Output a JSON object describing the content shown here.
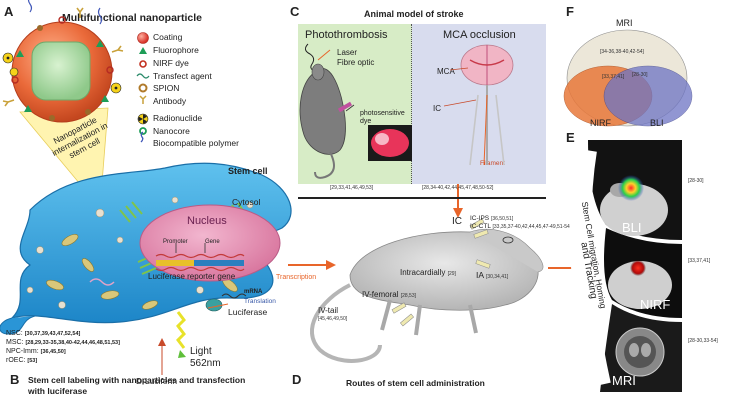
{
  "panel_a": {
    "letter": "A",
    "title": "Multifunctional nanoparticle",
    "legend": [
      {
        "label": "Coating",
        "icon": "red-sphere-icon"
      },
      {
        "label": "Fluorophore",
        "icon": "green-triangle-icon"
      },
      {
        "label": "NIRF dye",
        "icon": "red-ring-icon"
      },
      {
        "label": "Transfect agent",
        "icon": "wavy-line-icon"
      },
      {
        "label": "SPION",
        "icon": "brown-circle-icon"
      },
      {
        "label": "Antibody",
        "icon": "y-shape-icon"
      },
      {
        "label": "Radionuclide",
        "icon": "radiation-icon"
      },
      {
        "label": "Nanocore",
        "icon": "green-ring-icon"
      },
      {
        "label": "Biocompatible polymer",
        "icon": "blue-squiggle-icon"
      }
    ],
    "internalization_label": "Nanoparticle internalization in stem cell",
    "cell": {
      "stem_cell": "Stem cell",
      "cytosol": "Cytosol",
      "nucleus": "Nucleus",
      "promoter": "Promoter",
      "gene": "Gene",
      "reporter": "Luciferase reporter gene",
      "transcription": "Transcription",
      "mrna": "mRNA",
      "translation": "Translation",
      "luciferase": "Luciferase",
      "light": "Light",
      "wavelength": "562nm",
      "substrate": "D-Luciferin"
    },
    "cell_types": [
      {
        "name": "NSC:",
        "refs": "[30,37,39,43,47,52,54]"
      },
      {
        "name": "MSC:",
        "refs": "[28,29,33-35,38,40-42,44,46,48,51,53]"
      },
      {
        "name": "NPC-Imm:",
        "refs": "[36,45,50]"
      },
      {
        "name": "rOEC:",
        "refs": "[53]"
      }
    ]
  },
  "panel_b": {
    "letter": "B",
    "caption": "Stem cell labeling with nanoparticles and transfection with luciferase"
  },
  "panel_c": {
    "letter": "C",
    "title": "Animal model of stroke",
    "left": {
      "heading": "Photothrombosis",
      "laser": "Laser",
      "fibre": "Fibre optic",
      "dye": "photosensitive dye",
      "refs": "[29,33,41,46,49,53]"
    },
    "right": {
      "heading": "MCA occlusion",
      "mca": "MCA",
      "ic": "IC",
      "filament": "Filament",
      "refs": "[28,34-40,42,44,45,47,48,50-52]"
    }
  },
  "panel_d": {
    "letter": "D",
    "caption": "Routes of stem cell administration",
    "ic_label": "IC",
    "ic_ips": "IC-IPS",
    "ic_ips_refs": "[36,50,51]",
    "ic_ctl": "IC-CTL",
    "ic_ctl_refs": "[33,35,37-40,42,44,45,47-49,51-54]",
    "intracardiac": "Intracardially",
    "intracardiac_refs": "[29]",
    "ia": "IA",
    "ia_refs": "[30,34,41]",
    "iv_femoral": "IV-femoral",
    "iv_femoral_refs": "[28,53]",
    "iv_tail": "IV-tail",
    "iv_tail_refs": "[45,46,49,50]"
  },
  "panel_f": {
    "letter": "F",
    "mri": "MRI",
    "nirf": "NIRF",
    "bli": "BLI",
    "mri_refs": "[34-36,38-40,42-54]",
    "mri_nirf_refs": "[33,37,41]",
    "mri_bli_refs": "[28-30]"
  },
  "panel_e": {
    "letter": "E",
    "arc_line1": "Stem Cell migration, Homing",
    "arc_line2": "and Tracking",
    "bli": "BLI",
    "bli_refs": "[28-30]",
    "nirf": "NIRF",
    "nirf_refs": "[33,37,41]",
    "mri": "MRI",
    "mri_refs": "[28-30,33-54]"
  },
  "colors": {
    "accent_orange": "#e8652a",
    "cell_blue": "#2f9fdc",
    "nucleus_pink": "#e58fb6",
    "photothrombosis_bg": "#d7ecc6",
    "mca_bg": "#d8dcee",
    "venn_mri": "#e8e2d2",
    "venn_nirf": "#ea7b3b",
    "venn_bli": "#7c80c8"
  }
}
